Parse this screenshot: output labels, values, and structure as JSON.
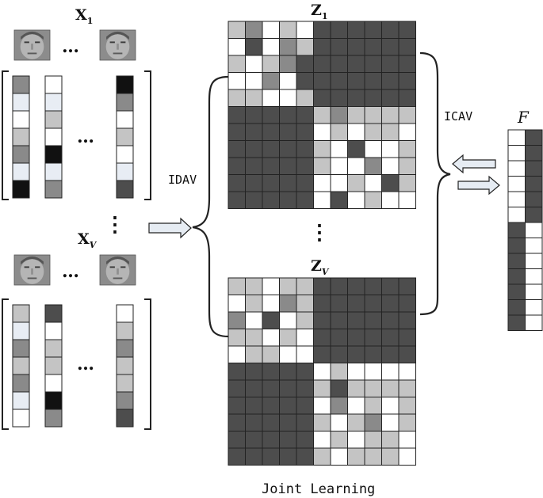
{
  "labels": {
    "x1_letter": "X",
    "x1_sub": "1",
    "xv_letter": "X",
    "xv_sub": "V",
    "z1_letter": "Z",
    "z1_sub": "1",
    "zv_letter": "Z",
    "zv_sub": "V",
    "f_label": "F",
    "idav": "IDAV",
    "icav": "ICAV",
    "ellipsis_h": "…",
    "ellipsis_v": "⋮",
    "caption": "Joint Learning"
  },
  "colors": {
    "dark": "#4d4d4d",
    "black": "#111111",
    "mid": "#8a8a8a",
    "light": "#c4c4c4",
    "pale": "#e8edf4",
    "white": "#ffffff",
    "arrow_fill": "#e6ecf3",
    "stroke": "#222222"
  },
  "view1_vectors": [
    [
      "mid",
      "pale",
      "white",
      "light",
      "mid",
      "pale",
      "black"
    ],
    [
      "white",
      "pale",
      "light",
      "white",
      "black",
      "pale",
      "mid"
    ],
    [
      "black",
      "mid",
      "white",
      "light",
      "white",
      "pale",
      "dark"
    ]
  ],
  "viewV_vectors": [
    [
      "light",
      "pale",
      "mid",
      "light",
      "mid",
      "pale",
      "white"
    ],
    [
      "dark",
      "white",
      "light",
      "light",
      "white",
      "black",
      "mid"
    ],
    [
      "white",
      "light",
      "mid",
      "light",
      "light",
      "mid",
      "dark"
    ]
  ],
  "z1_matrix": [
    "LMWLWDDDDDD",
    "WDWMLDDDDDD",
    "LWLMDDDDDDD",
    "WWMWDDDDDDD",
    "LLWWLDDDDDD",
    "DDDDDLMLLLL",
    "DDDDDWLWLLW",
    "DDDDDLWDWWL",
    "DDDDDLWWMWL",
    "DDDDDWWLWDL",
    "DDDDDWDWLWW"
  ],
  "zv_matrix": [
    "LLWLLDDDDDD",
    "WLWMLDDDDDD",
    "MWDWLDDDDDD",
    "LLWLWDDDDDD",
    "WLLWWDDDDDD",
    "DDDDDWLWWWW",
    "DDDDDLDLLLL",
    "DDDDDWMWLWL",
    "DDDDDLWLMWL",
    "DDDDDWLWLLW",
    "DDDDDLWLLLW"
  ],
  "f_matrix": [
    "WD",
    "WD",
    "WD",
    "WD",
    "WD",
    "WD",
    "DW",
    "DW",
    "DW",
    "DW",
    "DW",
    "DW",
    "DW"
  ]
}
